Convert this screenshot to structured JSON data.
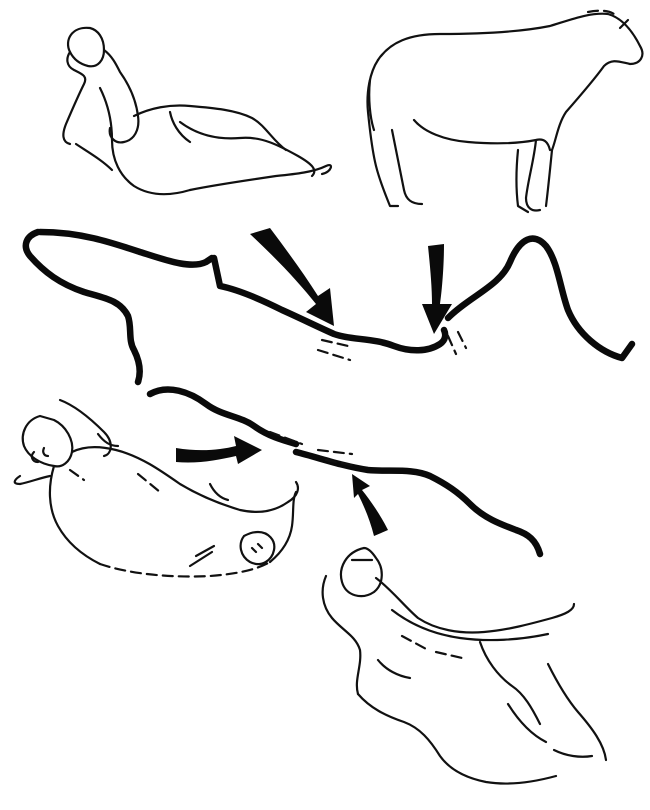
{
  "figures": [
    {
      "id": "reclining-woman-top-left",
      "depicts": "reclining-woman"
    },
    {
      "id": "horse-top-right",
      "depicts": "horse"
    },
    {
      "id": "bison-bottom-left",
      "depicts": "bison"
    },
    {
      "id": "reclining-woman-bottom-right",
      "depicts": "reclining-woman"
    }
  ],
  "rock_profiles": [
    {
      "id": "upper-rock-profile"
    },
    {
      "id": "lower-rock-profile"
    }
  ],
  "arrows": [
    {
      "id": "arrow-woman-to-ceiling",
      "direction": "down-right"
    },
    {
      "id": "arrow-horse-to-ceiling",
      "direction": "down"
    },
    {
      "id": "arrow-bison-to-wall",
      "direction": "right"
    },
    {
      "id": "arrow-woman2-to-wall",
      "direction": "up-left"
    }
  ],
  "colors": {
    "ink": "#0a0a0a",
    "paper": "#ffffff"
  }
}
